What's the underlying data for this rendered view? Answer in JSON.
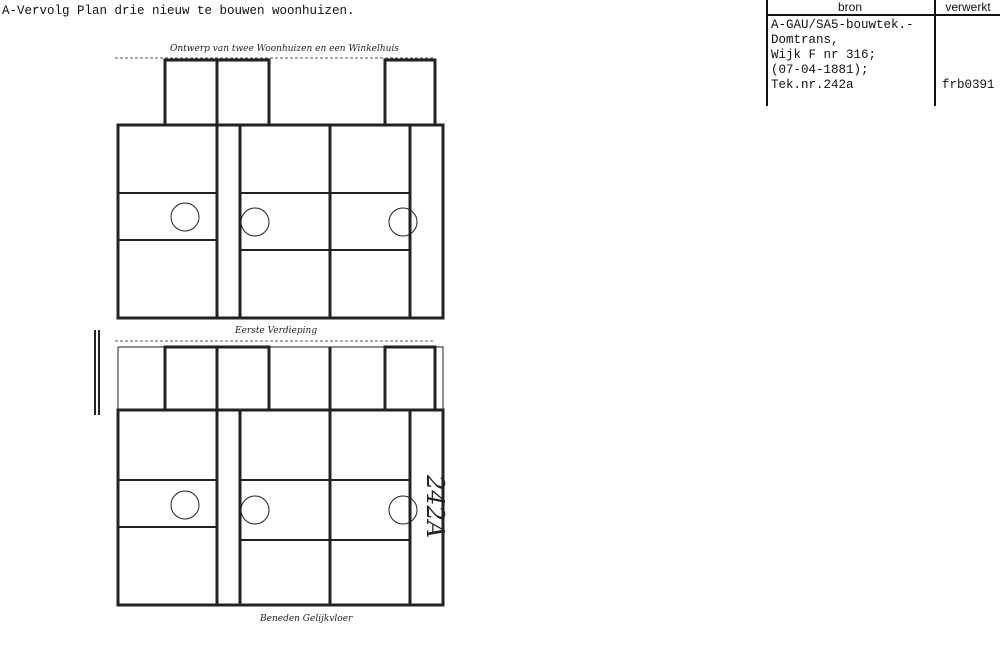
{
  "document": {
    "title": "A-Vervolg Plan drie nieuw te bouwen woonhuizen."
  },
  "source_table": {
    "header_bron": "bron",
    "header_verwerkt": "verwerkt",
    "bron_lines": [
      "A-GAU/SA5-bouwtek.-",
      "Domtrans,",
      "Wijk F nr 316;",
      "(07-04-1881);",
      "Tek.nr.242a"
    ],
    "verwerkt": "frb0391"
  },
  "drawing": {
    "heading": "Ontwerp van twee Woonhuizen en een Winkelhuis",
    "upper_floor_label": "Eerste Verdieping",
    "ground_floor_label": "Beneden Gelijkvloer",
    "sheet_number": "242A"
  }
}
